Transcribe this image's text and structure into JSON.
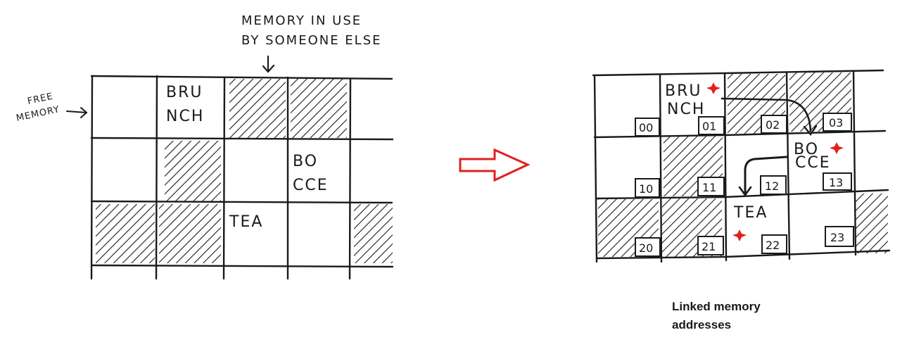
{
  "left_diagram": {
    "callout_used": [
      "MEMORY IN USE",
      "BY SOMEONE ELSE"
    ],
    "callout_free": [
      "FREE",
      "MEMORY"
    ],
    "cells": {
      "brunch": [
        "BRU",
        "NCH"
      ],
      "bocce": [
        "BO",
        "CCE"
      ],
      "tea": "TEA"
    }
  },
  "right_diagram": {
    "cells": {
      "brunch": [
        "BRU",
        "NCH"
      ],
      "bocce": [
        "BO",
        "CCE"
      ],
      "tea": "TEA"
    },
    "addresses": [
      "00",
      "01",
      "02",
      "03",
      "10",
      "11",
      "12",
      "13",
      "20",
      "21",
      "22",
      "23"
    ]
  },
  "caption": [
    "Linked memory",
    "addresses"
  ],
  "colors": {
    "ink": "#1a1a1a",
    "arrow": "#e02020",
    "star": "#e02020"
  }
}
